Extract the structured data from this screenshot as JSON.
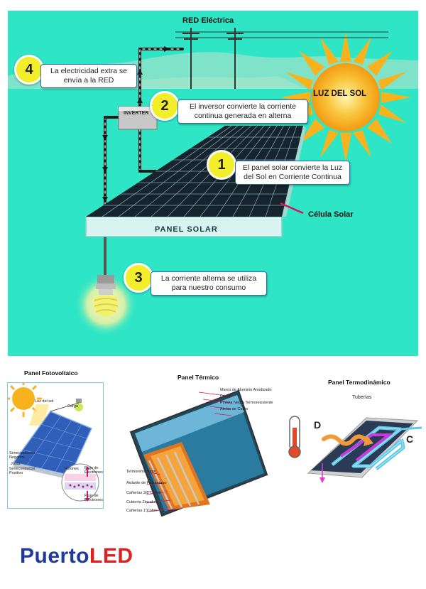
{
  "top": {
    "red_label": "RED Eléctrica",
    "sun_label": "LUZ DEL SOL",
    "inverter_label": "INVERTER",
    "panel_label": "PANEL SOLAR",
    "cell_label": "Célula Solar",
    "steps": [
      {
        "num": "1",
        "text": "El panel solar convierte la Luz del Sol en Corriente Continua"
      },
      {
        "num": "2",
        "text": "El inversor convierte la corriente continua generada en alterna"
      },
      {
        "num": "3",
        "text": "La corriente alterna se utiliza para nuestro consumo"
      },
      {
        "num": "4",
        "text": "La electricidad extra se envía a la RED"
      }
    ]
  },
  "panels": {
    "pv": {
      "title": "Panel Fotovoltaico",
      "labels": {
        "sun": "Luz del sol",
        "load": "Carga",
        "semi_n": "Semiconductor Negativo",
        "junction": "Junta",
        "semi_p": "Semiconductor Positivo",
        "photons": "Fotones",
        "electron_flow_1": "Flujo de Electrones",
        "electron_flow_2": "Flujo de Electrones"
      }
    },
    "thermal": {
      "title": "Panel Térmico",
      "labels": [
        "Marco de Aluminio Anodizado",
        "Cristal",
        "Pintura Negra Termoresistente",
        "Aletas de Cobre",
        "Termorefractante",
        "Aislante de Poliuretano",
        "Cañerías 3/8\"Cobre",
        "Cubierta Zincalum",
        "Cañerías 1\"Cobre"
      ]
    },
    "thermo": {
      "title": "Panel Termodinámico",
      "pipes_label": "Tuberías",
      "d_label": "D",
      "c_label": "C"
    }
  },
  "brand": {
    "prefix": "Puerto",
    "suffix": "LED",
    "prefix_color": "#1f3a9c",
    "suffix_color": "#e02020"
  },
  "colors": {
    "background": "#2ee6c6",
    "callout_border": "#2b6cb0",
    "number_badge": "#f2ee2a",
    "sun": "#f7b21e",
    "panel_frame": "#d8f3f0",
    "cell_line": "#d4145a"
  }
}
